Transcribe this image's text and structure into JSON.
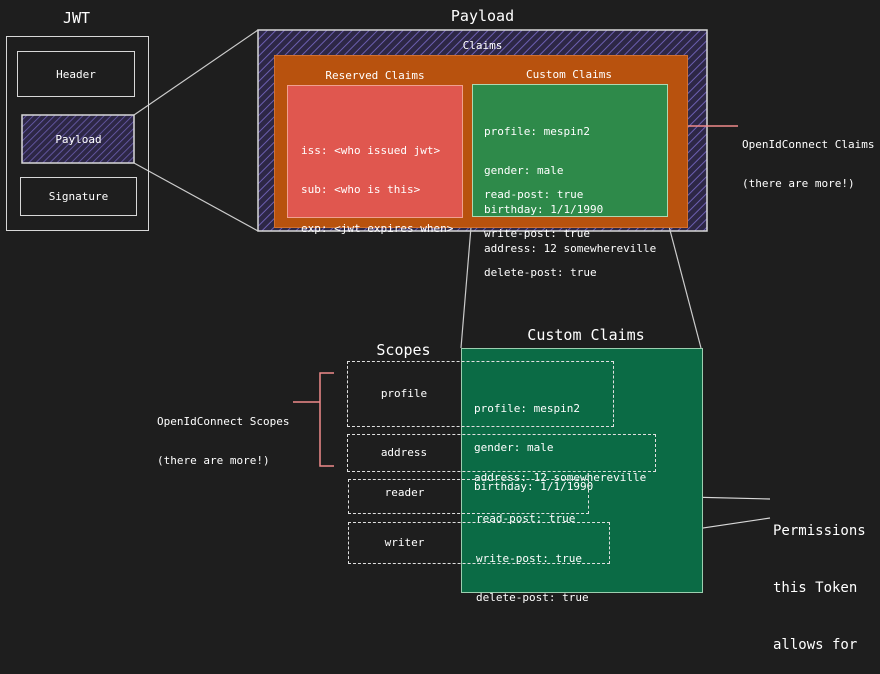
{
  "jwt": {
    "title": "JWT",
    "parts": [
      "Header",
      "Payload",
      "Signature"
    ]
  },
  "payload": {
    "title": "Payload",
    "claims_label": "Claims",
    "reserved": {
      "title": "Reserved Claims",
      "lines": [
        "iss: <who issued jwt>",
        "sub: <who is this>",
        "exp: <jwt expires when>"
      ]
    },
    "custom": {
      "title": "Custom Claims",
      "group1": [
        "profile: mespin2",
        "gender: male",
        "birthday: 1/1/1990",
        "address: 12 somewhereville"
      ],
      "group2": [
        "read-post: true",
        "write-post: true",
        "delete-post: true"
      ]
    },
    "oidc_claims_note": [
      "OpenIdConnect Claims",
      "(there are more!)"
    ]
  },
  "scopes": {
    "title": "Scopes",
    "custom_title": "Custom Claims",
    "items": [
      {
        "scope": "profile",
        "claims": [
          "profile: mespin2",
          "gender: male",
          "birthday: 1/1/1990"
        ]
      },
      {
        "scope": "address",
        "claims": [
          "address: 12 somewhereville"
        ]
      },
      {
        "scope": "reader",
        "claims": [
          "read-post: true"
        ]
      },
      {
        "scope": "writer",
        "claims": [
          "write-post: true",
          "delete-post: true"
        ]
      }
    ],
    "oidc_scopes_note": [
      "OpenIdConnect Scopes",
      "(there are more!)"
    ],
    "permissions_note": [
      "Permissions",
      "this Token",
      "allows for"
    ]
  },
  "colors": {
    "background": "#1e1e1e",
    "payload_fill": "#3f3566",
    "claims_fill": "#b8520e",
    "reserved_fill": "#e0574f",
    "custom_fill": "#2e8a4a",
    "custom_big_fill": "#0b6b45",
    "pink_bracket": "#ef8a8a"
  }
}
